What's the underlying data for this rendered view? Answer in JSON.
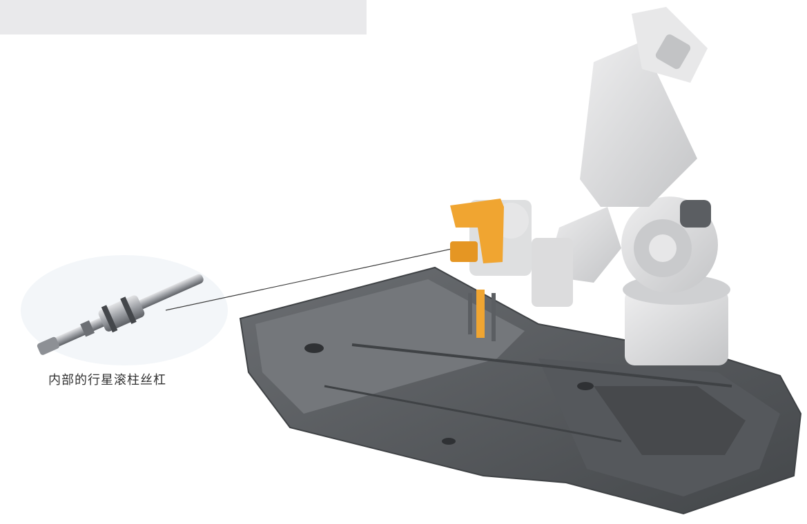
{
  "caption": {
    "text": "内部的行星滚柱丝杠"
  },
  "colors": {
    "top_band": "#e9e9eb",
    "robot_body": "#d9dadb",
    "robot_shadow": "#b9babc",
    "gripper_orange": "#f0a531",
    "chassis": "#5b5e62",
    "chassis_dark": "#3f4245",
    "leader_line": "#3a3a3a",
    "screw_steel": "#9ea1a6"
  },
  "icons": [
    "planetary-roller-screw-image",
    "robot-arm-image",
    "car-floor-chassis-image"
  ]
}
